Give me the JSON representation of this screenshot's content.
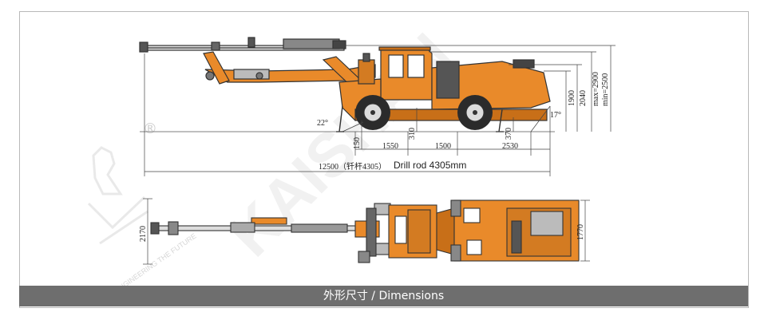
{
  "dimensions": {
    "side": {
      "angle_front": "22°",
      "angle_rear": "17°",
      "ground_clearance": "150",
      "axle_front_offset": "1550",
      "wheelbase": "1500",
      "rear_length": "2530",
      "hub_height": "310",
      "rear_clearance": "370",
      "cab_height": "1900",
      "height_2040": "2040",
      "height_max": "max=2900",
      "height_min": "min=2500",
      "overall_length": "12500（钎杆4305）",
      "drill_rod_note": "Drill rod 4305mm"
    },
    "top": {
      "width_boom": "2170",
      "width_body": "1770"
    }
  },
  "watermark": {
    "brand": "KAISHAN",
    "small": "ENGINEERING THE FUTURE",
    "registered": "®"
  },
  "caption": "外形尺寸 / Dimensions",
  "colors": {
    "body_orange": "#e98a2a",
    "body_dark": "#c86f18",
    "line": "#333333",
    "caption_bg": "#6e6e6e"
  }
}
